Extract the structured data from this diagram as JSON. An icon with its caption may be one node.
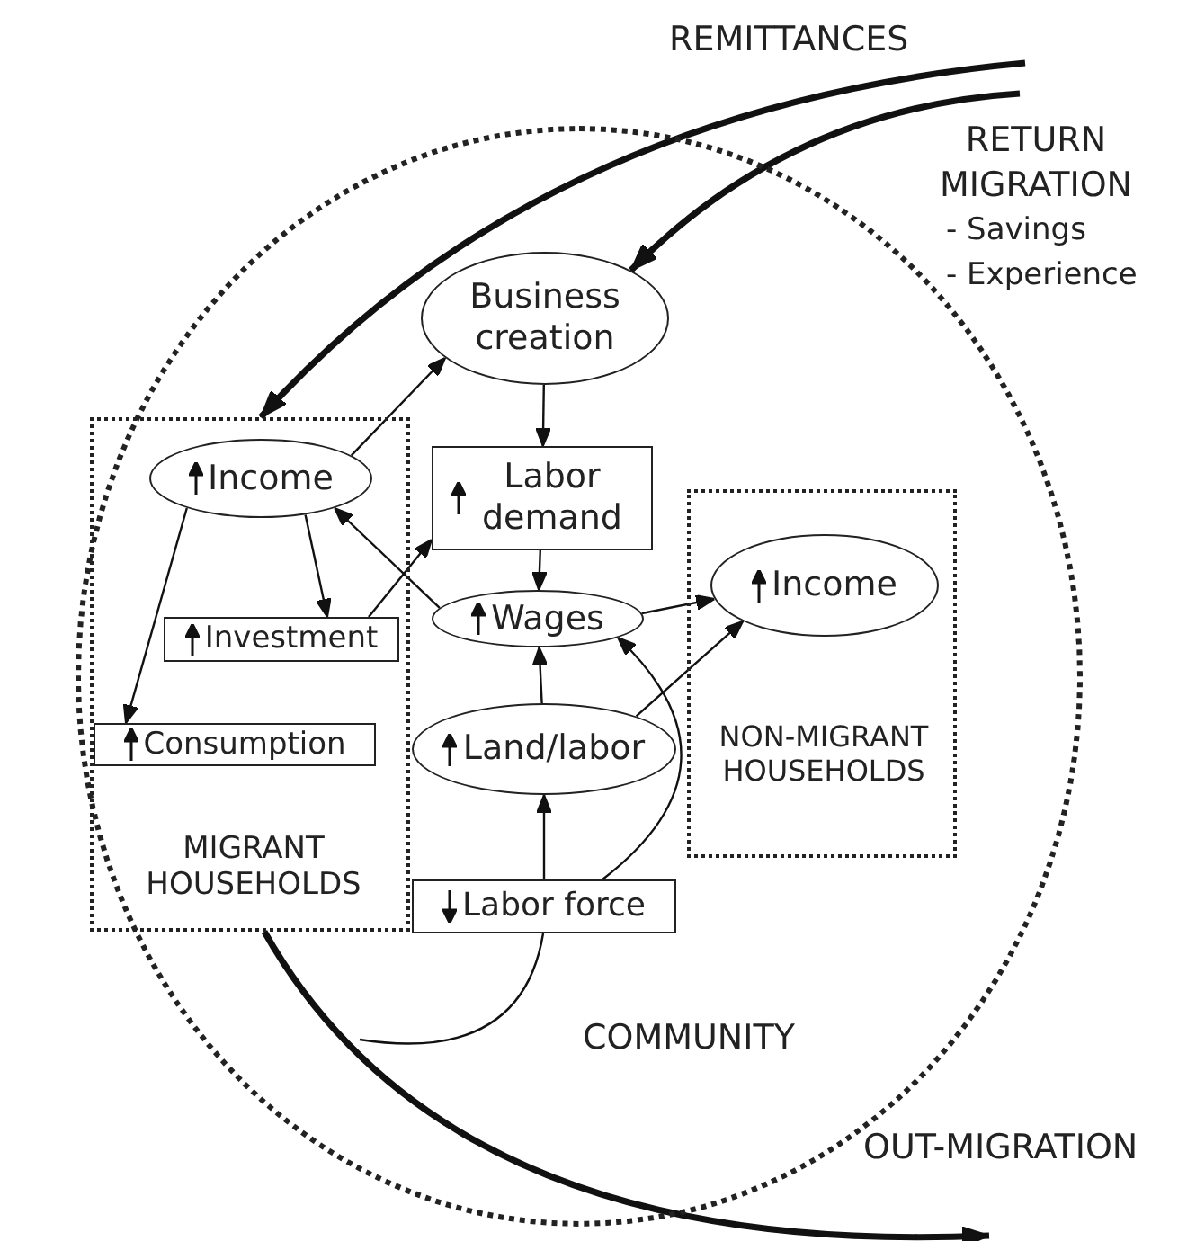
{
  "diagram": {
    "nodes": [
      {
        "text": [
          "COMMUNITY"
        ]
      },
      {
        "text": [
          "MIGRANT HOUSEHOLDS"
        ],
        "in": 0
      },
      {
        "text": [
          "Income"
        ],
        "in": 1
      },
      {
        "text": [
          "Investment"
        ],
        "in": 1
      },
      {
        "text": [
          "Consumption"
        ],
        "in": 1
      },
      {
        "text": [
          "Business creation"
        ],
        "in": 0
      },
      {
        "text": [
          "Labor demand"
        ],
        "in": 0
      },
      {
        "text": [
          "Wages"
        ],
        "in": 0
      },
      {
        "text": [
          "Land/labor"
        ],
        "in": 0
      },
      {
        "text": [
          "Labor force"
        ],
        "in": 0
      },
      {
        "text": [
          "NON-MIGRANT HOUSEHOLDS"
        ],
        "in": 0
      },
      {
        "text": [
          "Income"
        ],
        "in": 10
      }
    ],
    "edges": [
      {
        "from": null,
        "to": 1,
        "arrow": "to",
        "style": "thick"
      },
      {
        "from": null,
        "to": 5,
        "arrow": "to",
        "style": "thick"
      },
      {
        "from": 2,
        "to": 5,
        "arrow": "to"
      },
      {
        "from": 5,
        "to": 6,
        "arrow": "to"
      },
      {
        "from": 2,
        "to": 3,
        "arrow": "to"
      },
      {
        "from": 2,
        "to": 4,
        "arrow": "to"
      },
      {
        "from": 3,
        "to": 6,
        "arrow": "to"
      },
      {
        "from": 7,
        "to": 2,
        "arrow": "to"
      },
      {
        "from": 6,
        "to": 7,
        "arrow": "to"
      },
      {
        "from": 8,
        "to": 7,
        "arrow": "to"
      },
      {
        "from": 7,
        "to": 11,
        "arrow": "to"
      },
      {
        "from": 8,
        "to": 11,
        "arrow": "to"
      },
      {
        "from": 9,
        "to": 8,
        "arrow": "to"
      },
      {
        "from": 9,
        "to": 7,
        "arrow": "to"
      },
      {
        "from": null,
        "to": 9,
        "arrow": "none"
      },
      {
        "from": 1,
        "to": null,
        "arrow": "to",
        "style": "thick"
      }
    ],
    "labels": [
      "REMITTANCES",
      "RETURN MIGRATION",
      "- Savings",
      "- Experience",
      "OUT-MIGRATION"
    ]
  }
}
